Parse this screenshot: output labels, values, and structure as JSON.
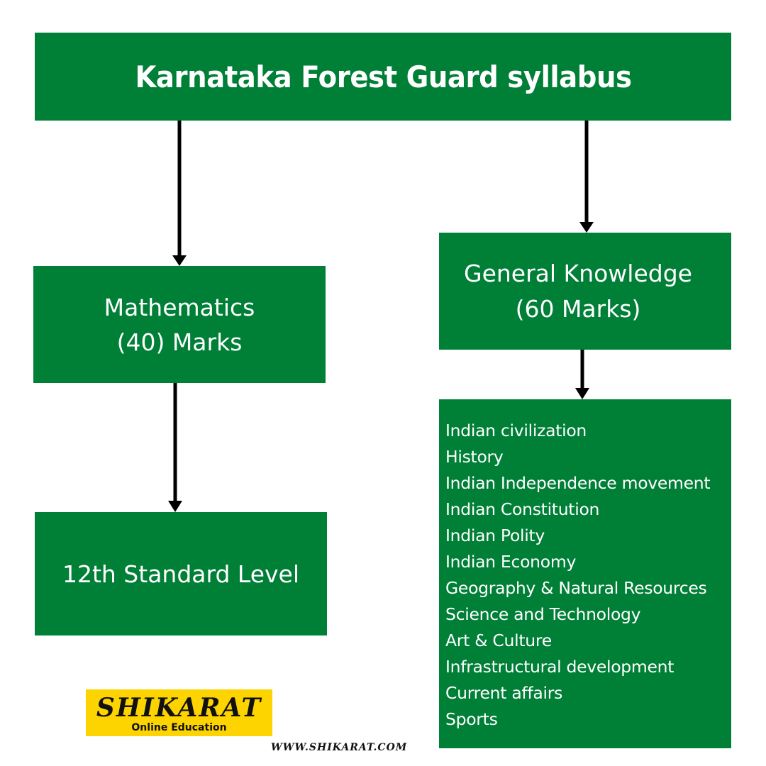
{
  "title": "Karnataka Forest Guard syllabus",
  "colors": {
    "box_fill": "#007f37",
    "box_text": "#ffffff",
    "arrow": "#000000",
    "logo_bg": "#fdd400"
  },
  "mathematics": {
    "line1": "Mathematics",
    "line2": "(40) Marks"
  },
  "mathematics_level": {
    "label": "12th Standard Level"
  },
  "general_knowledge": {
    "line1": "General Knowledge",
    "line2": "(60 Marks)"
  },
  "gk_topics": [
    "Indian civilization",
    "History",
    "Indian Independence movement",
    "Indian Constitution",
    "Indian Polity",
    "Indian Economy",
    "Geography & Natural Resources",
    "Science and Technology",
    "Art & Culture",
    "Infrastructural development",
    "Current affairs",
    "Sports"
  ],
  "logo": {
    "brand": "SHIKARAT",
    "tagline": "Online Education"
  },
  "website": "WWW.SHIKARAT.COM"
}
